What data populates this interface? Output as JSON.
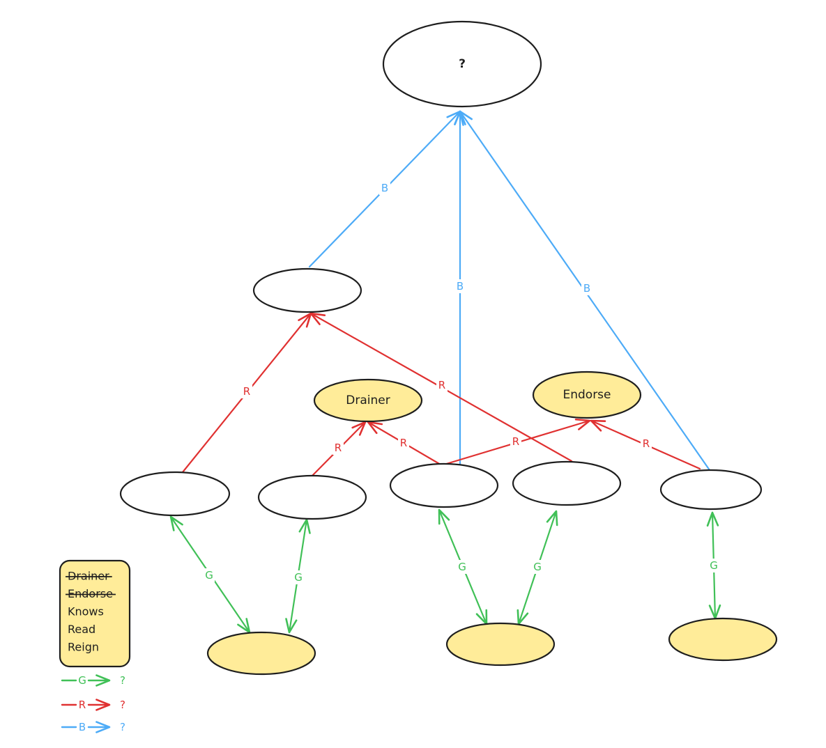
{
  "colors": {
    "green": "#40c057",
    "red": "#e03131",
    "blue": "#4dabf7",
    "yellow_fill": "#ffec99",
    "white_fill": "#ffffff",
    "stroke": "#1e1e1e"
  },
  "nodes": [
    {
      "id": "top",
      "label": "?",
      "fill": "white"
    },
    {
      "id": "mid",
      "label": "",
      "fill": "white"
    },
    {
      "id": "drainer",
      "label": "Drainer",
      "fill": "yellow"
    },
    {
      "id": "endorse",
      "label": "Endorse",
      "fill": "yellow"
    },
    {
      "id": "n1",
      "label": "",
      "fill": "white"
    },
    {
      "id": "n2",
      "label": "",
      "fill": "white"
    },
    {
      "id": "n3",
      "label": "",
      "fill": "white"
    },
    {
      "id": "n4",
      "label": "",
      "fill": "white"
    },
    {
      "id": "n5",
      "label": "",
      "fill": "white"
    },
    {
      "id": "y1",
      "label": "",
      "fill": "yellow"
    },
    {
      "id": "y2",
      "label": "",
      "fill": "yellow"
    },
    {
      "id": "y3",
      "label": "",
      "fill": "yellow"
    }
  ],
  "edges": [
    {
      "from": "mid",
      "to": "top",
      "label": "B",
      "color": "blue",
      "dir": "forward"
    },
    {
      "from": "n3",
      "to": "top",
      "label": "B",
      "color": "blue",
      "dir": "forward"
    },
    {
      "from": "n5",
      "to": "top",
      "label": "B",
      "color": "blue",
      "dir": "forward"
    },
    {
      "from": "n1",
      "to": "mid",
      "label": "R",
      "color": "red",
      "dir": "forward"
    },
    {
      "from": "n4",
      "to": "mid",
      "label": "R",
      "color": "red",
      "dir": "forward"
    },
    {
      "from": "n2",
      "to": "drainer",
      "label": "R",
      "color": "red",
      "dir": "forward"
    },
    {
      "from": "n3",
      "to": "drainer",
      "label": "R",
      "color": "red",
      "dir": "forward"
    },
    {
      "from": "n3",
      "to": "endorse",
      "label": "R",
      "color": "red",
      "dir": "forward"
    },
    {
      "from": "n5",
      "to": "endorse",
      "label": "R",
      "color": "red",
      "dir": "forward"
    },
    {
      "from": "n1",
      "to": "y1",
      "label": "G",
      "color": "green",
      "dir": "both"
    },
    {
      "from": "n2",
      "to": "y1",
      "label": "G",
      "color": "green",
      "dir": "both"
    },
    {
      "from": "n3",
      "to": "y2",
      "label": "G",
      "color": "green",
      "dir": "both"
    },
    {
      "from": "n4",
      "to": "y2",
      "label": "G",
      "color": "green",
      "dir": "both"
    },
    {
      "from": "n5",
      "to": "y3",
      "label": "G",
      "color": "green",
      "dir": "both"
    }
  ],
  "legend": {
    "items": [
      {
        "text": "Drainer",
        "struck": true
      },
      {
        "text": "Endorse",
        "struck": true
      },
      {
        "text": "Knows",
        "struck": false
      },
      {
        "text": "Read",
        "struck": false
      },
      {
        "text": "Reign",
        "struck": false
      }
    ],
    "keys": [
      {
        "label": "G",
        "color": "green",
        "meaning": "?"
      },
      {
        "label": "R",
        "color": "red",
        "meaning": "?"
      },
      {
        "label": "B",
        "color": "blue",
        "meaning": "?"
      }
    ]
  }
}
